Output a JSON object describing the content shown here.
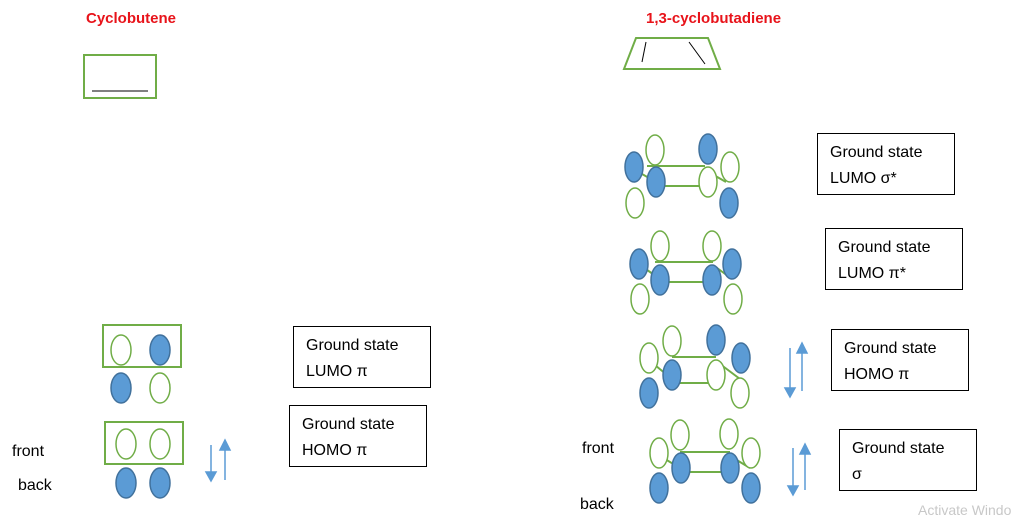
{
  "titles": {
    "left": "Cyclobutene",
    "right": "1,3-cyclobutadiene"
  },
  "labels": {
    "left_front": "front",
    "left_back": "back",
    "right_front": "front",
    "right_back": "back"
  },
  "left_boxes": {
    "lumo": {
      "line1": "Ground state",
      "line2": "LUMO π"
    },
    "homo": {
      "line1": "Ground state",
      "line2": "HOMO π"
    }
  },
  "right_boxes": {
    "lumo_sigma_star": {
      "line1": "Ground state",
      "line2": "LUMO σ*"
    },
    "lumo_pi_star": {
      "line1": "Ground state",
      "line2": "LUMO π*"
    },
    "homo_pi": {
      "line1": "Ground state",
      "line2": "HOMO π"
    },
    "sigma": {
      "line1": "Ground state",
      "line2": "σ"
    }
  },
  "watermark": "Activate Windo",
  "colors": {
    "title": "#e8131a",
    "bond": "#70ad47",
    "filled_lobe": "#5b9bd5",
    "arrow": "#5b9bd5"
  }
}
